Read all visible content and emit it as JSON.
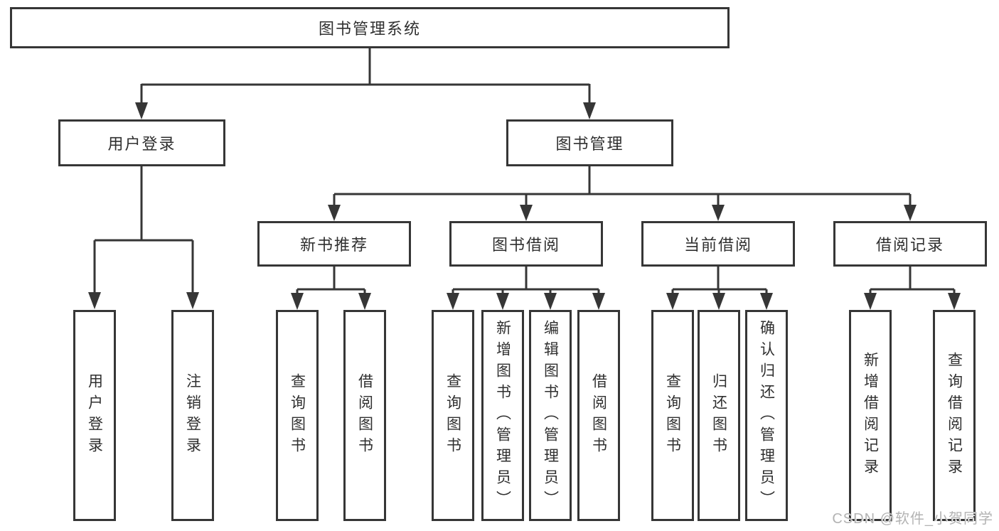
{
  "watermark": "CSDN @软件_小贺同学",
  "colors": {
    "line": "#363636",
    "box_border": "#363636",
    "box_fill": "#ffffff",
    "text": "#2f2f2f",
    "watermark": "#b3b3b3",
    "background": "#ffffff"
  },
  "tree": {
    "root": {
      "label": "图书管理系统"
    },
    "branches": [
      {
        "label": "用户登录",
        "children": [
          {
            "label": "用户登录"
          },
          {
            "label": "注销登录"
          }
        ]
      },
      {
        "label": "图书管理",
        "children": [
          {
            "label": "新书推荐",
            "children": [
              {
                "label": "查询图书"
              },
              {
                "label": "借阅图书"
              }
            ]
          },
          {
            "label": "图书借阅",
            "children": [
              {
                "label": "查询图书"
              },
              {
                "label": "新增图书（管理员）"
              },
              {
                "label": "编辑图书（管理员）"
              },
              {
                "label": "借阅图书"
              }
            ]
          },
          {
            "label": "当前借阅",
            "children": [
              {
                "label": "查询图书"
              },
              {
                "label": "归还图书"
              },
              {
                "label": "确认归还（管理员）"
              }
            ]
          },
          {
            "label": "借阅记录",
            "children": [
              {
                "label": "新增借阅记录"
              },
              {
                "label": "查询借阅记录"
              }
            ]
          }
        ]
      }
    ]
  }
}
